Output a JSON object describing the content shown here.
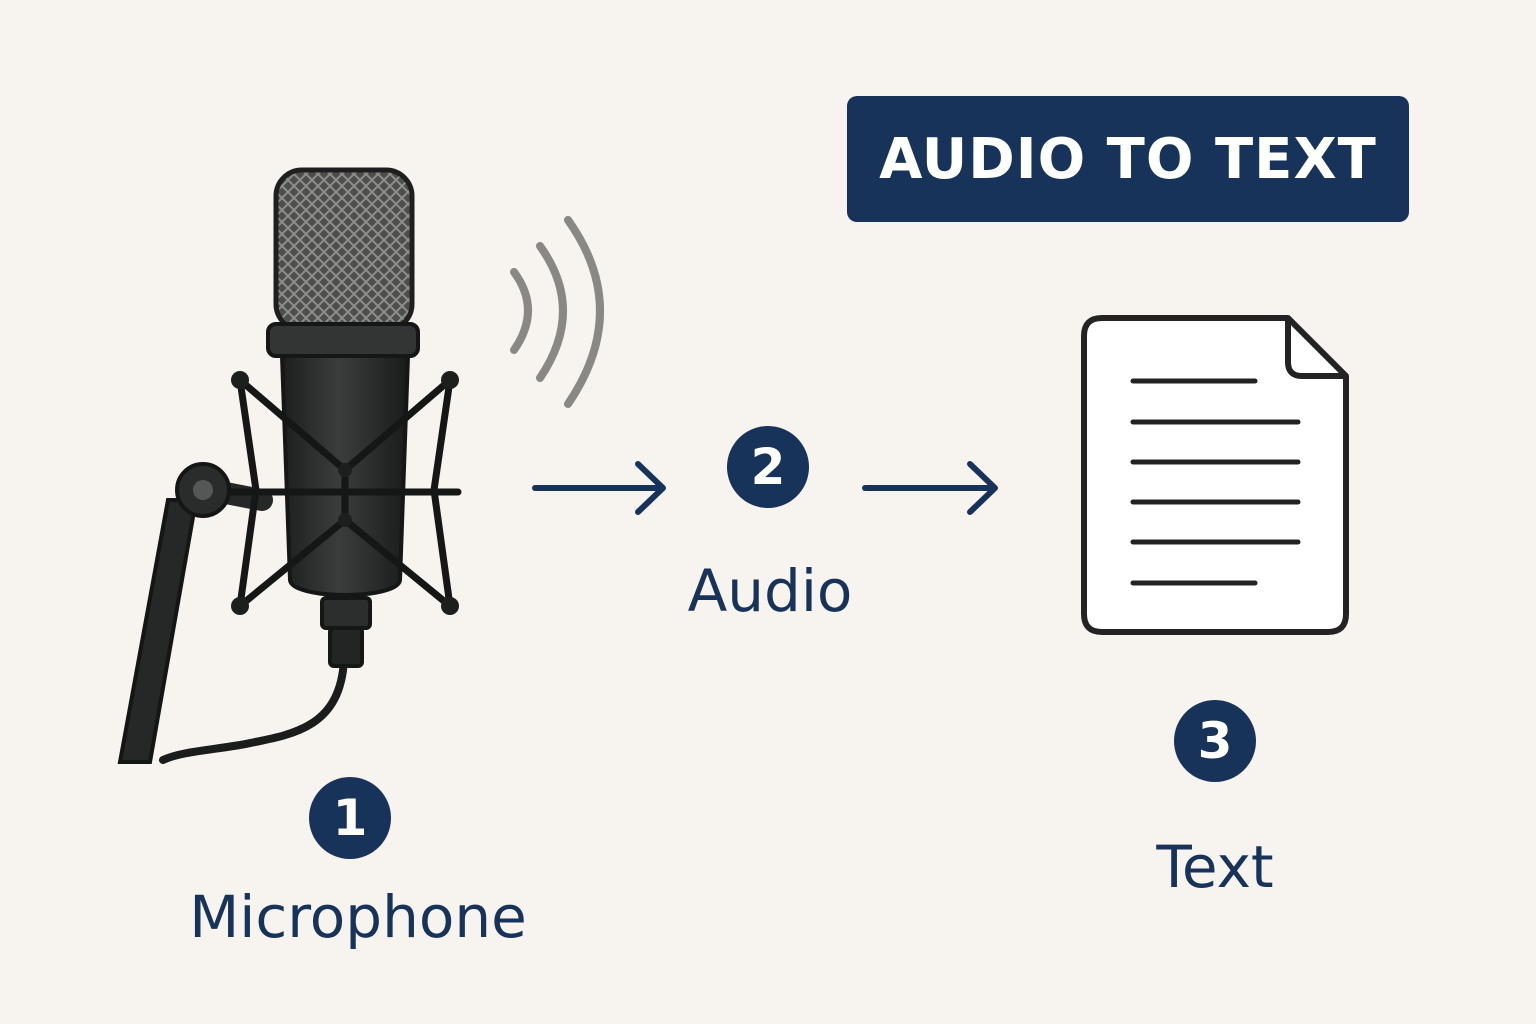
{
  "title": "AUDIO TO TEXT",
  "steps": [
    {
      "number": "1",
      "label": "Microphone"
    },
    {
      "number": "2",
      "label": "Audio"
    },
    {
      "number": "3",
      "label": "Text"
    }
  ],
  "colors": {
    "background": "#f7f3ee",
    "navy": "#17335a",
    "microphone": "#2a2c2c",
    "sound_waves": "#8a8884",
    "document_outline": "#232323"
  },
  "icons": {
    "source": "microphone-icon",
    "signal": "sound-waves-icon",
    "output": "document-icon",
    "connector": "arrow-right-icon"
  }
}
